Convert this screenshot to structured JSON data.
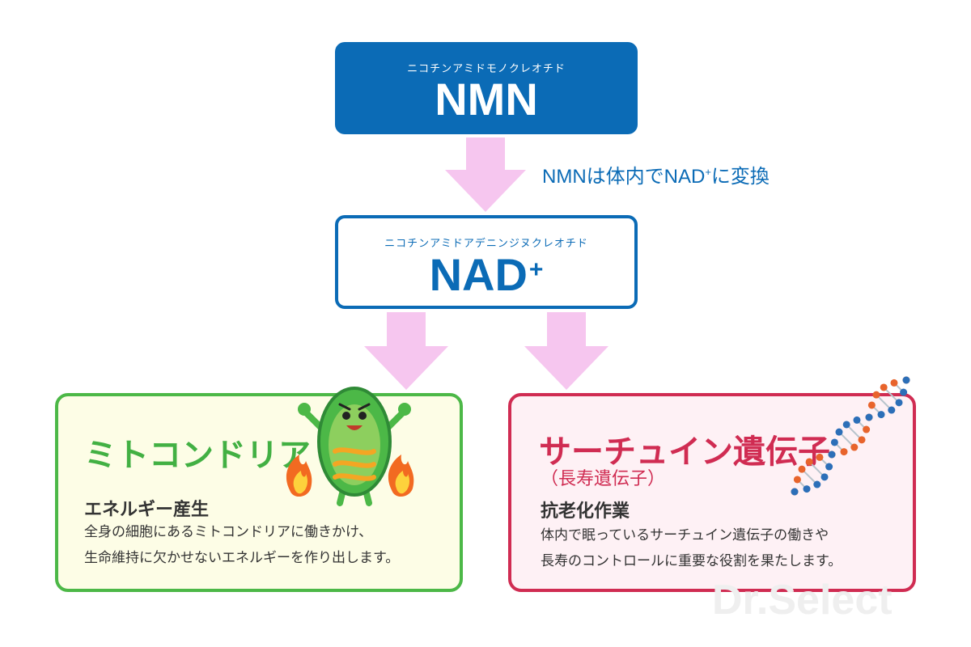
{
  "nmn": {
    "reading": "ニコチンアミドモノクレオチド",
    "label": "NMN"
  },
  "conversion_note": {
    "text": "NMNは体内でNAD",
    "sup": "+",
    "suffix": "に変換"
  },
  "nad": {
    "reading": "ニコチンアミドアデニンジヌクレオチド",
    "label": "NAD",
    "sup": "+"
  },
  "mitochondria": {
    "title": "ミトコンドリア",
    "heading": "エネルギー産生",
    "body_line1": "全身の細胞にあるミトコンドリアに働きかけ、",
    "body_line2": "生命維持に欠かせないエネルギーを作り出します。"
  },
  "sirtuin": {
    "title": "サーチュイン遺伝子",
    "subtitle": "（長寿遺伝子）",
    "heading": "抗老化作業",
    "body_line1": "体内で眠っているサーチュイン遺伝子の働きや",
    "body_line2": "長寿のコントロールに重要な役割を果たします。"
  },
  "watermark": {
    "text": "Dr.Select"
  },
  "colors": {
    "blue": "#0b6bb6",
    "green": "#4cb847",
    "red": "#d02c52",
    "arrow": "#f6c6ef"
  }
}
